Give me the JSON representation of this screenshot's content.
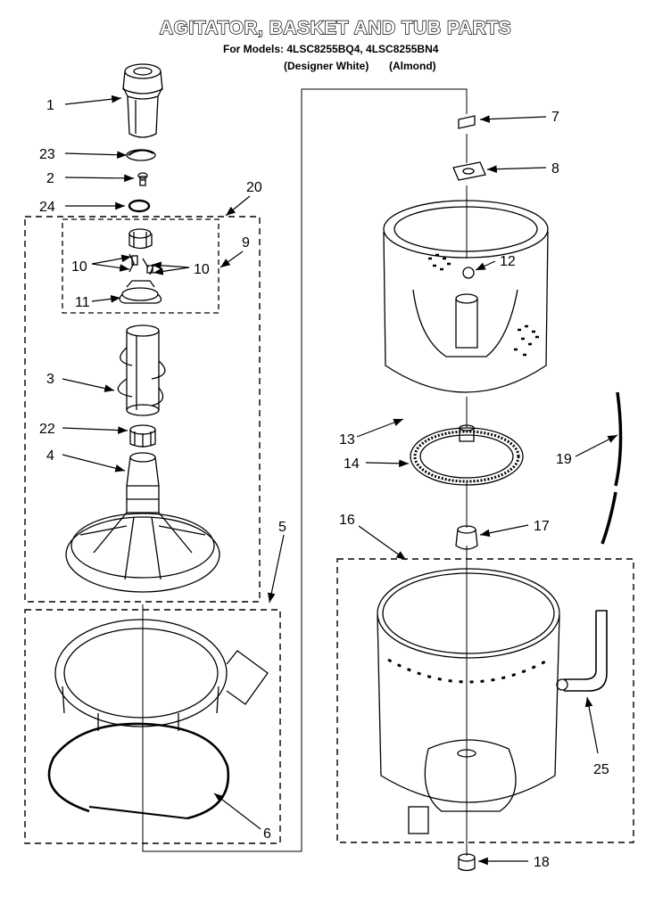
{
  "header": {
    "title": "AGITATOR, BASKET AND TUB PARTS",
    "models_line": "For Models: 4LSC8255BQ4, 4LSC8255BN4",
    "variant_1": "(Designer White)",
    "variant_2": "(Almond)"
  },
  "callouts": {
    "c1": "1",
    "c2": "2",
    "c3": "3",
    "c4": "4",
    "c5": "5",
    "c6": "6",
    "c7": "7",
    "c8": "8",
    "c9": "9",
    "c10a": "10",
    "c10b": "10",
    "c11": "11",
    "c12": "12",
    "c13": "13",
    "c14": "14",
    "c16": "16",
    "c17": "17",
    "c18": "18",
    "c19": "19",
    "c20": "20",
    "c22": "22",
    "c23": "23",
    "c24": "24",
    "c25": "25"
  }
}
